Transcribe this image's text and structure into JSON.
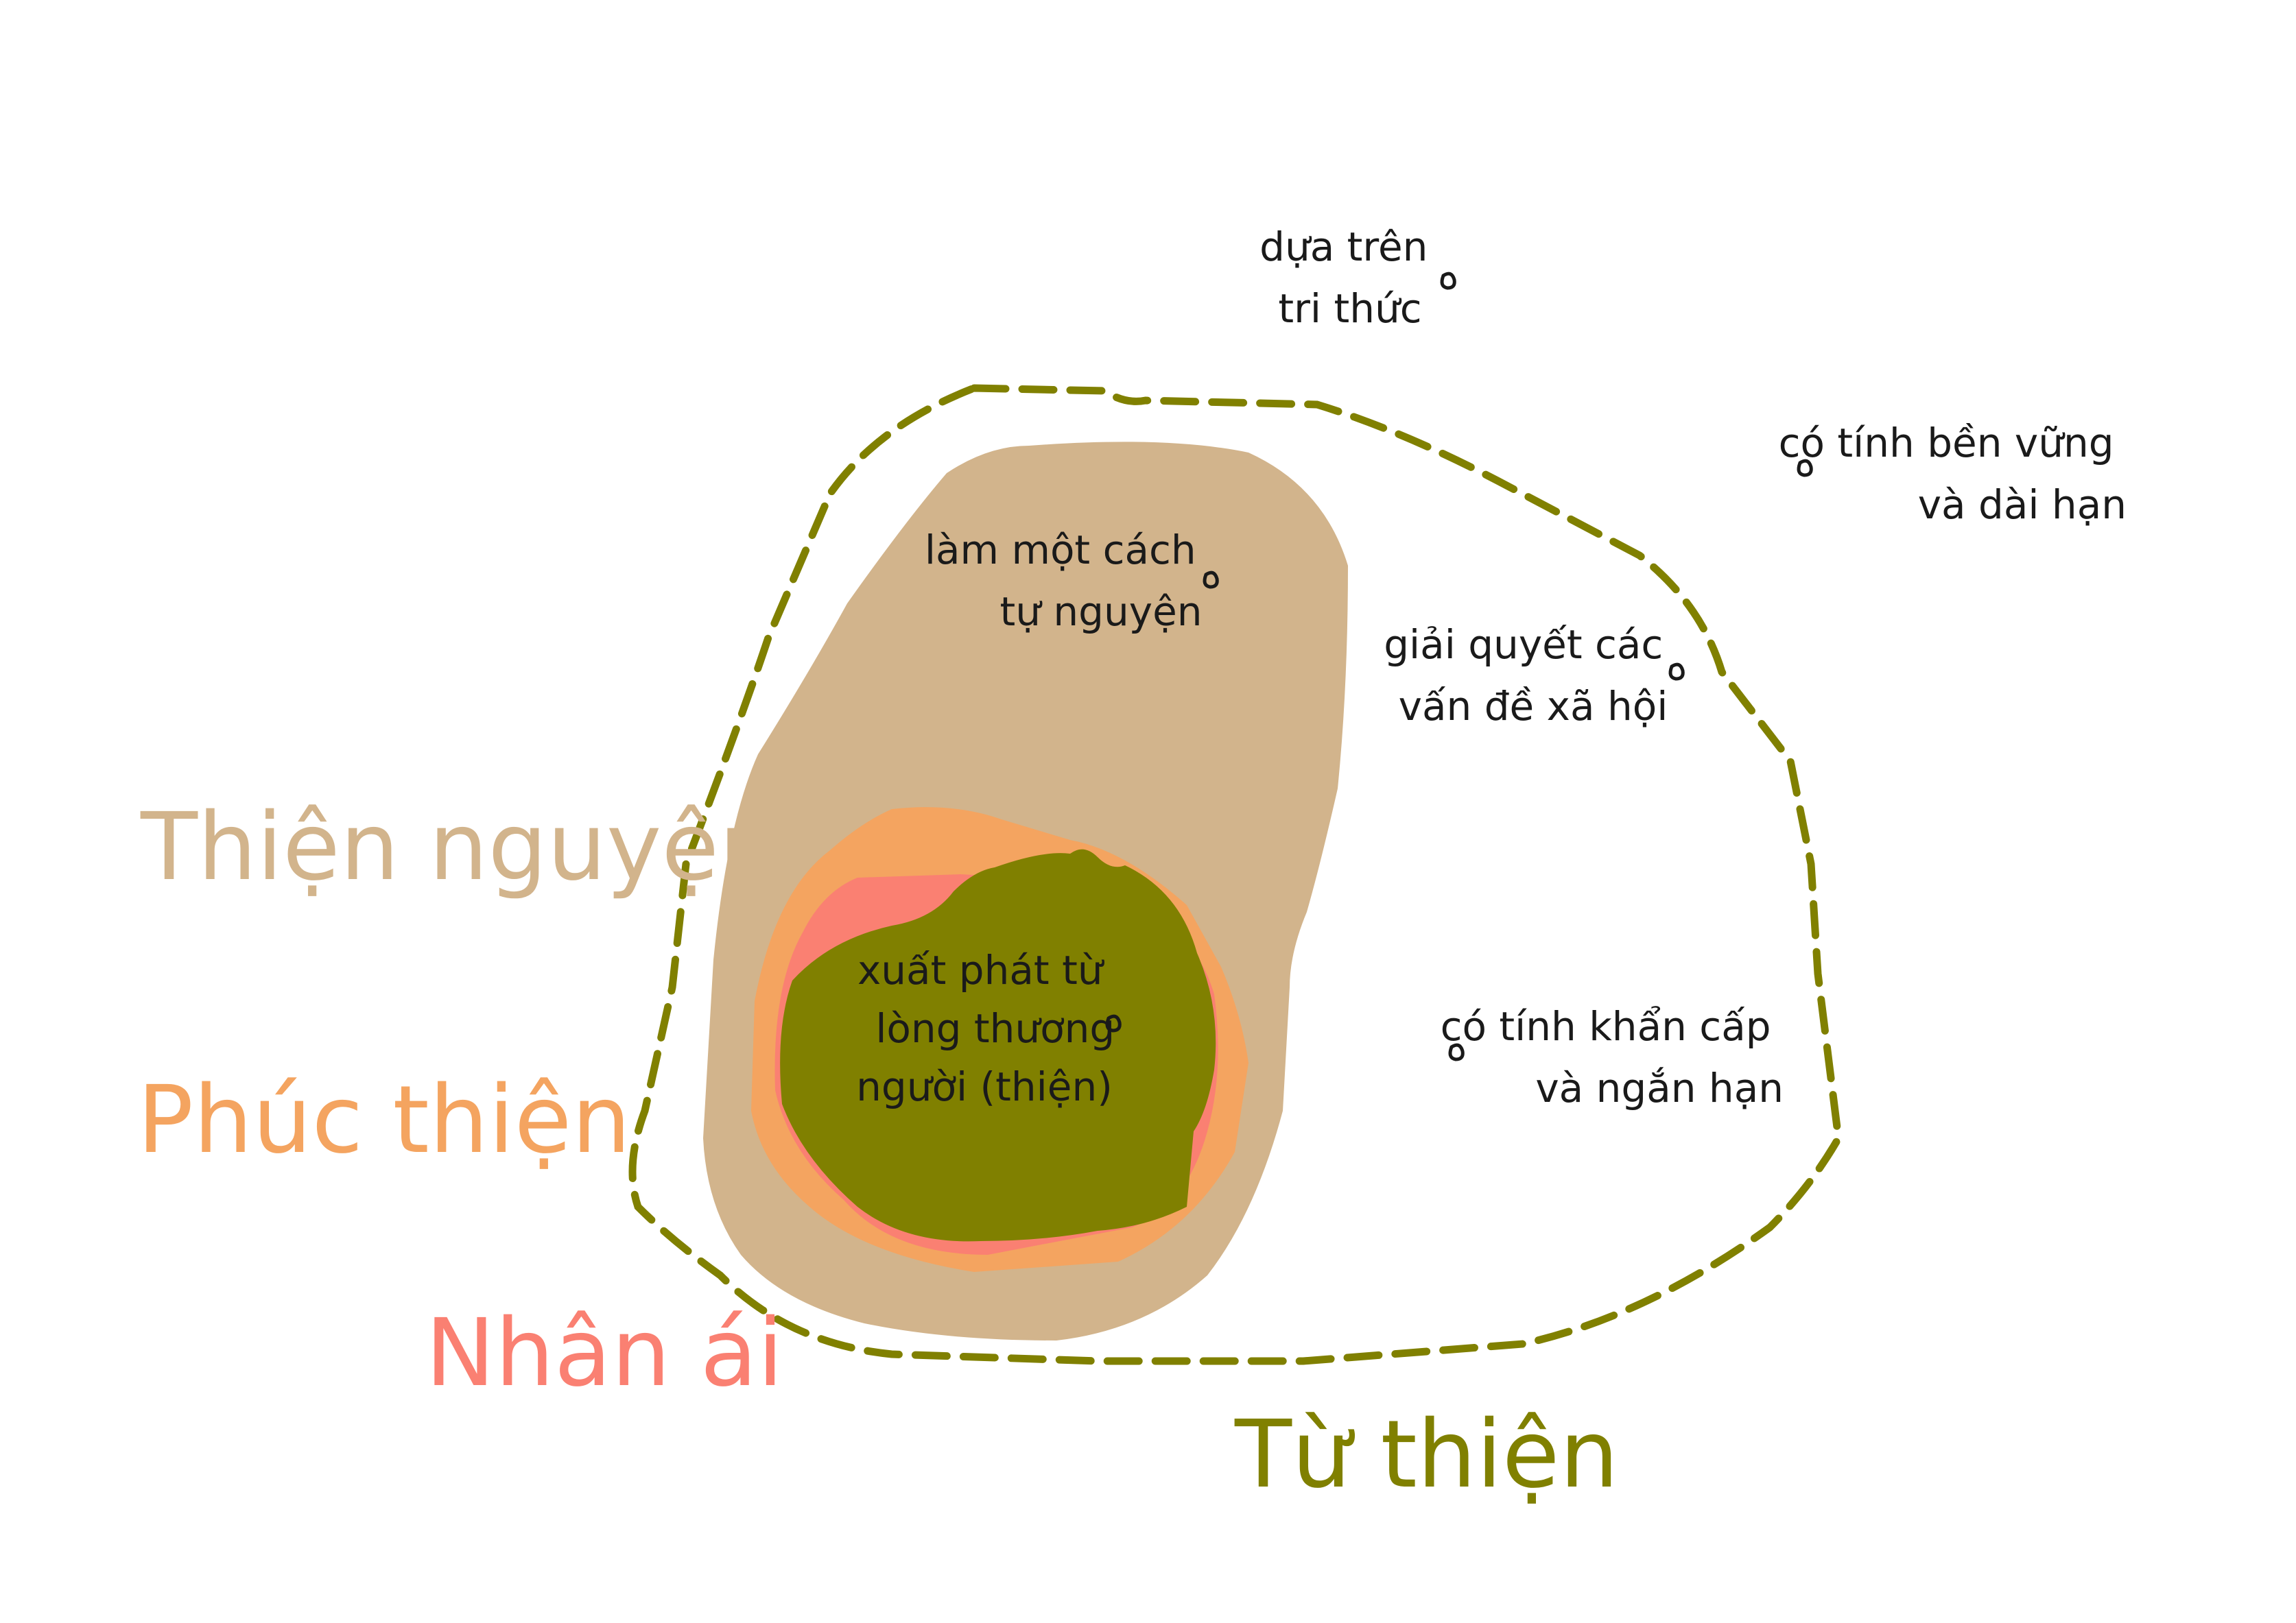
{
  "colors": {
    "background": "#ffffff",
    "thien_nguyen": "#d2b48c",
    "phuc_thien": "#f4a460",
    "nhan_ai": "#fa8072",
    "tu_thien": "#808000",
    "text": "#1a1a1a"
  },
  "labels": {
    "thien_nguyen": "Thiện nguyện",
    "phuc_thien": "Phúc thiện",
    "nhan_ai": "Nhân ái",
    "tu_thien": "Từ thiện"
  },
  "notes": {
    "knowledge": [
      "dựa trên",
      "tri thức"
    ],
    "sustainable": [
      "có tính bền vững",
      "và dài hạn"
    ],
    "voluntary": [
      "làm một cách",
      "tự nguyện"
    ],
    "social": [
      "giải quyết các",
      "vấn đề xã hội"
    ],
    "compassion": [
      "xuất phát từ",
      "lòng thương",
      "người (thiện)"
    ],
    "urgent": [
      "có tính khẩn cấp",
      "và ngắn hạn"
    ]
  }
}
